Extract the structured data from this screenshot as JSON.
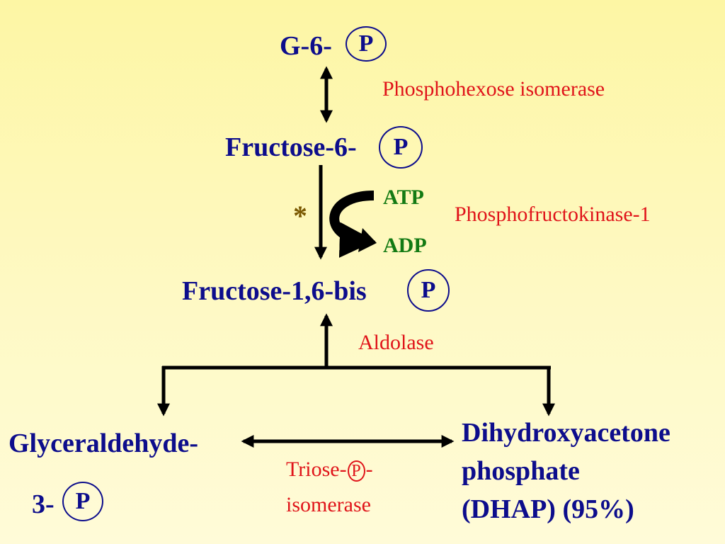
{
  "metabolites": {
    "g6p": "G-6-",
    "f6p": "Fructose-6-",
    "f16bp": "Fructose-1,6-bis",
    "g3p_line1": "Glyceraldehyde-",
    "g3p_line2": "3-",
    "dhap_line1": "Dihydroxyacetone",
    "dhap_line2": "phosphate",
    "dhap_line3": "(DHAP) (95%)"
  },
  "phosphate_symbol": "P",
  "enzymes": {
    "isomerase": "Phosphohexose isomerase",
    "pfk1": "Phosphofructokinase-1",
    "aldolase": "Aldolase",
    "tpi_prefix": "Triose-",
    "tpi_suffix": "-",
    "tpi_line2": "isomerase"
  },
  "cofactors": {
    "atp": "ATP",
    "adp": "ADP"
  },
  "marker": "*",
  "colors": {
    "metabolite": "#0d0d8c",
    "enzyme": "#e0141a",
    "cofactor": "#137a13",
    "arrow": "#000000",
    "marker": "#7a5800"
  }
}
